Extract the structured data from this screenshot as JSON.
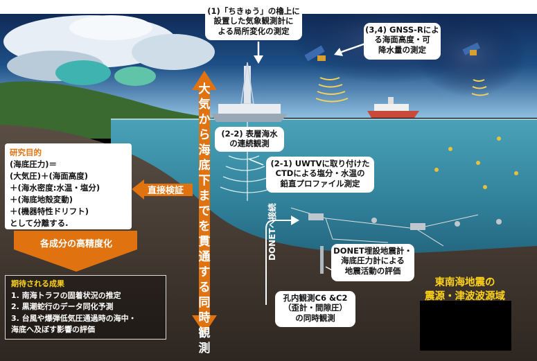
{
  "callouts": {
    "ship_weather": [
      "(1)「ちきゅう」の櫓上に",
      "設置した気象観測計に",
      "よる局所変化の測定"
    ],
    "gnss": [
      "(3,4) GNSS-Rによ",
      "る海面高度・可",
      "降水量の測定"
    ],
    "surface": [
      "(2-2) 表層海水",
      "の連続観測"
    ],
    "uwtv": [
      "(2-1) UWTVに取り付けた",
      "CTDによる塩分・水温の",
      "鉛直プロファイル測定"
    ],
    "donet": [
      "DONET埋設地震計・",
      "海底圧力計による",
      "地震活動の評価"
    ],
    "borehole": [
      "孔内観測C6 &C2",
      "（歪計・間隙圧）",
      "の同時観測"
    ]
  },
  "purpose": {
    "title": "研究目的",
    "lines": [
      "(海底圧力)＝",
      "(大気圧)＋(海面高度)",
      "＋(海水密度:水温・塩分)",
      "＋(海底地殻変動)",
      "＋(機器特性ドリフト)",
      "として分離する."
    ]
  },
  "results": {
    "title": "期待される成果",
    "lines": [
      "1. 南海トラフの固着状況の推定",
      "2. 黒潮蛇行のデータ同化予測",
      "3. 台風や爆弾低気圧通過時の海中・",
      "海底へ及ぼす影響の評価"
    ]
  },
  "arrows": {
    "vertical_text": "大気から海底下までを貫通する同時観測",
    "direct_verification": "直接検証",
    "precision": "各成分の高精度化",
    "donet_connection": "DONETへ接続"
  },
  "region": {
    "lines": [
      "東南海地震の",
      "震源・津波波源域"
    ]
  },
  "colors": {
    "orange": "#e0730f",
    "yellow": "#ffd21a",
    "sea": "#3f8fa6",
    "seabed": "#4a4038"
  }
}
